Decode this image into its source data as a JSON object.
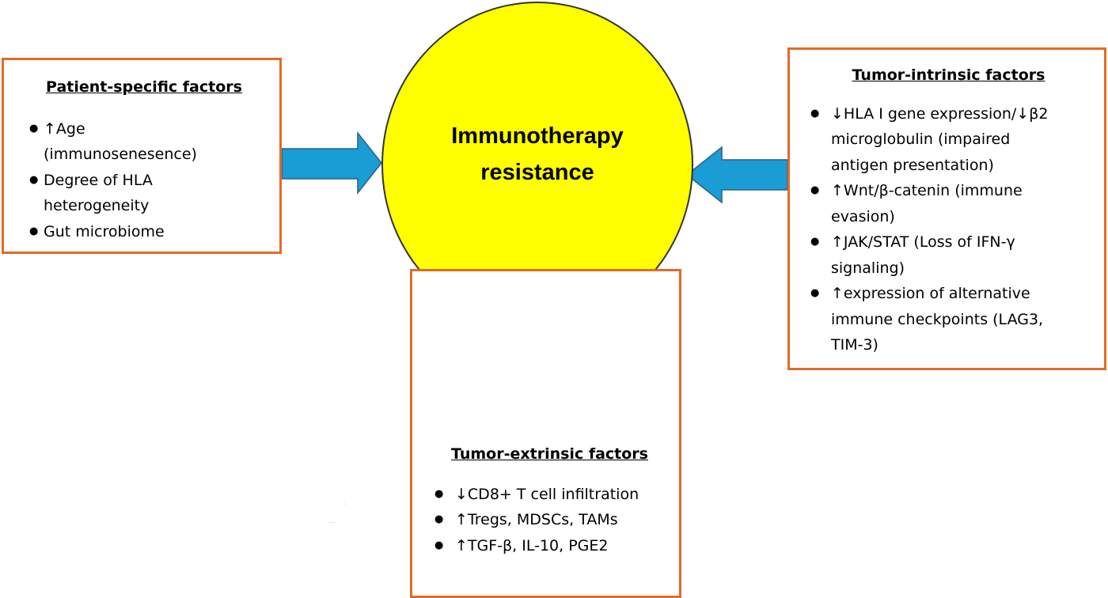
{
  "center": {
    "title_line1": "Immunotherapy",
    "title_line2": "resistance",
    "color": "#ffff00"
  },
  "patient_factors": {
    "title": "Patient-specific factors",
    "items": [
      "↑Age (immunosenesence)",
      "Degree of HLA heterogeneity",
      "Gut microbiome"
    ]
  },
  "intrinsic_factors": {
    "title": "Tumor-intrinsic factors",
    "items": [
      "↓HLA I gene expression/↓β2 microglobulin (impaired antigen presentation)",
      "↑Wnt/β-catenin (immune evasion)",
      "↑JAK/STAT (Loss of IFN-γ signaling)",
      "↑expression of alternative immune checkpoints (LAG3, TIM-3)"
    ]
  },
  "extrinsic_factors": {
    "title": "Tumor-extrinsic factors",
    "items": [
      "↓CD8+ T cell infiltration",
      "↑Tregs, MDSCs, TAMs",
      "↑TGF-β, IL-10, PGE2"
    ]
  },
  "colors": {
    "box_border": "#e26b26",
    "arrow_fill": "#1a9cd4",
    "arrow_stroke": "#2f5f86"
  }
}
